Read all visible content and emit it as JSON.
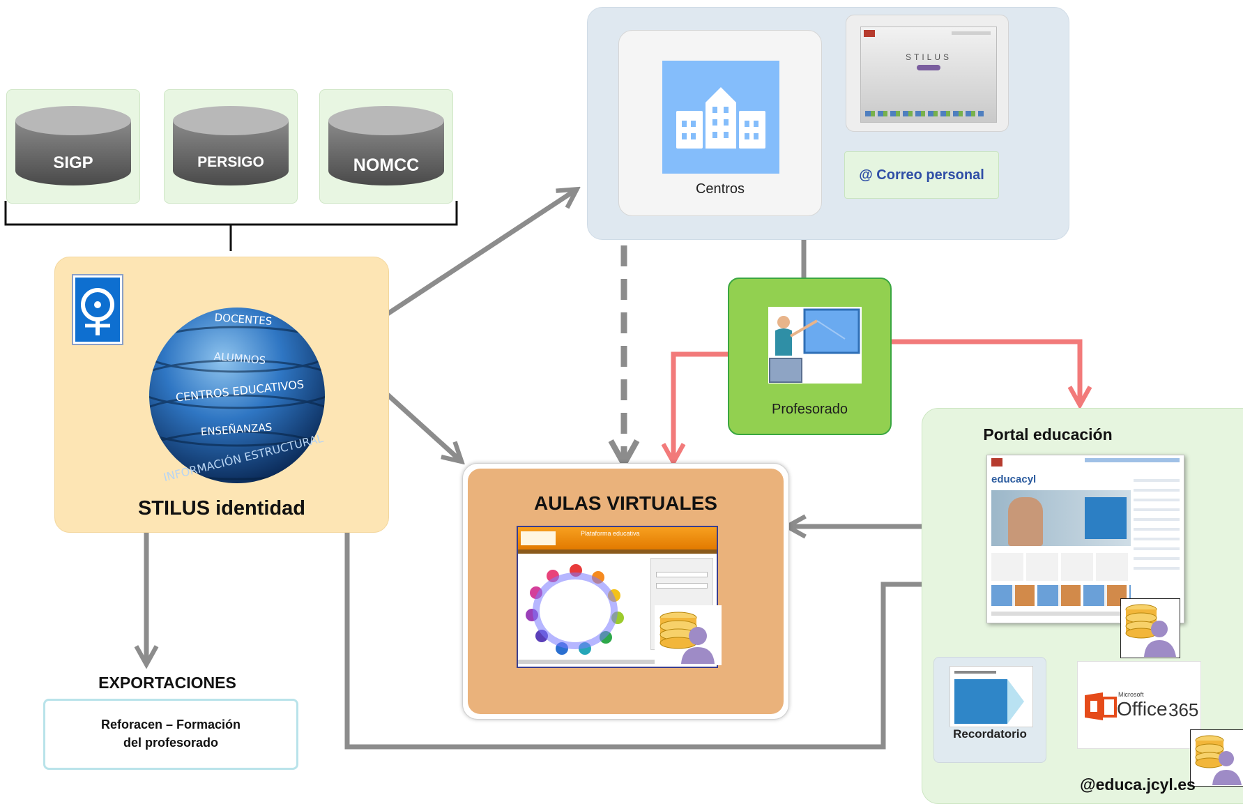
{
  "databases": [
    {
      "label": "SIGP"
    },
    {
      "label": "PERSIGO"
    },
    {
      "label": "NOMCC"
    }
  ],
  "stilus": {
    "title": "STILUS identidad",
    "sphere_layers": [
      "DOCENTES",
      "ALUMNOS",
      "CENTROS EDUCATIVOS",
      "ENSEÑANZAS",
      "INFORMACIÓN ESTRUCTURAL"
    ]
  },
  "centros_panel": {
    "centros_label": "Centros",
    "stilus_screen_brand": "STILUS",
    "correo_label": "@ Correo personal"
  },
  "profesorado": {
    "label": "Profesorado"
  },
  "aulas": {
    "title": "AULAS VIRTUALES",
    "screen_header": "Plataforma educativa"
  },
  "portal": {
    "title": "Portal educación",
    "screen_brand": "educacyl",
    "recordatorio_label": "Recordatorio",
    "office_small": "Microsoft",
    "office_brand": "Office",
    "office_number": "365",
    "domain_label": "@educa.jcyl.es"
  },
  "exportaciones": {
    "title": "EXPORTACIONES",
    "item_line1": "Reforacen – Formación",
    "item_line2": "del profesorado"
  },
  "colors": {
    "gray_arrow": "#8c8c8c",
    "red_arrow": "#f27a7a",
    "stilus_panel": "#fde5b4",
    "aulas_panel": "#eab27b",
    "profesorado_panel": "#92d050",
    "portal_panel": "#e6f5df",
    "centros_panel": "#dfe8f0"
  }
}
